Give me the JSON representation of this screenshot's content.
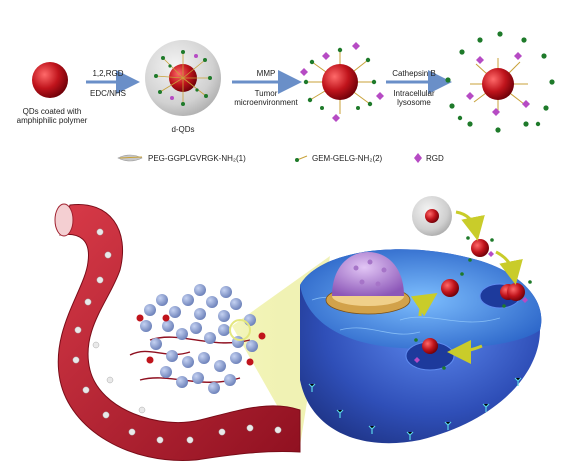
{
  "top_scheme": {
    "qd_label_line1": "QDs coated with",
    "qd_label_line2": "amphiphilic polymer",
    "step1_reagent_top": "1,2,RGD",
    "step1_reagent_bottom": "EDC/NHS",
    "dqd_label": "d-QDs",
    "step2_top": "MMP",
    "step2_bottom_line1": "Tumor",
    "step2_bottom_line2": "microenvironment",
    "step3_top": "Cathepsin B",
    "step3_bottom_line1": "Intracellular",
    "step3_bottom_line2": "lysosome"
  },
  "legend": {
    "item1_label": "PEG-GGPLGVRGK-NH₂(1)",
    "item2_label": "GEM-GELG-NH₂(2)",
    "item3_label": "RGD"
  },
  "colors": {
    "qd_red": "#c0141c",
    "shell_gray": "#cfcfcf",
    "arrow_blue": "#6a8fc8",
    "gem_green": "#1e7a2a",
    "rgd_purple": "#b64bc4",
    "vessel_red": "#c42234",
    "cell_blue": "#2f4fb8",
    "nucleus_purple": "#b98ad6",
    "cone_yellow": "#e6e98a",
    "arrow_yellow": "#c9cc2a"
  }
}
